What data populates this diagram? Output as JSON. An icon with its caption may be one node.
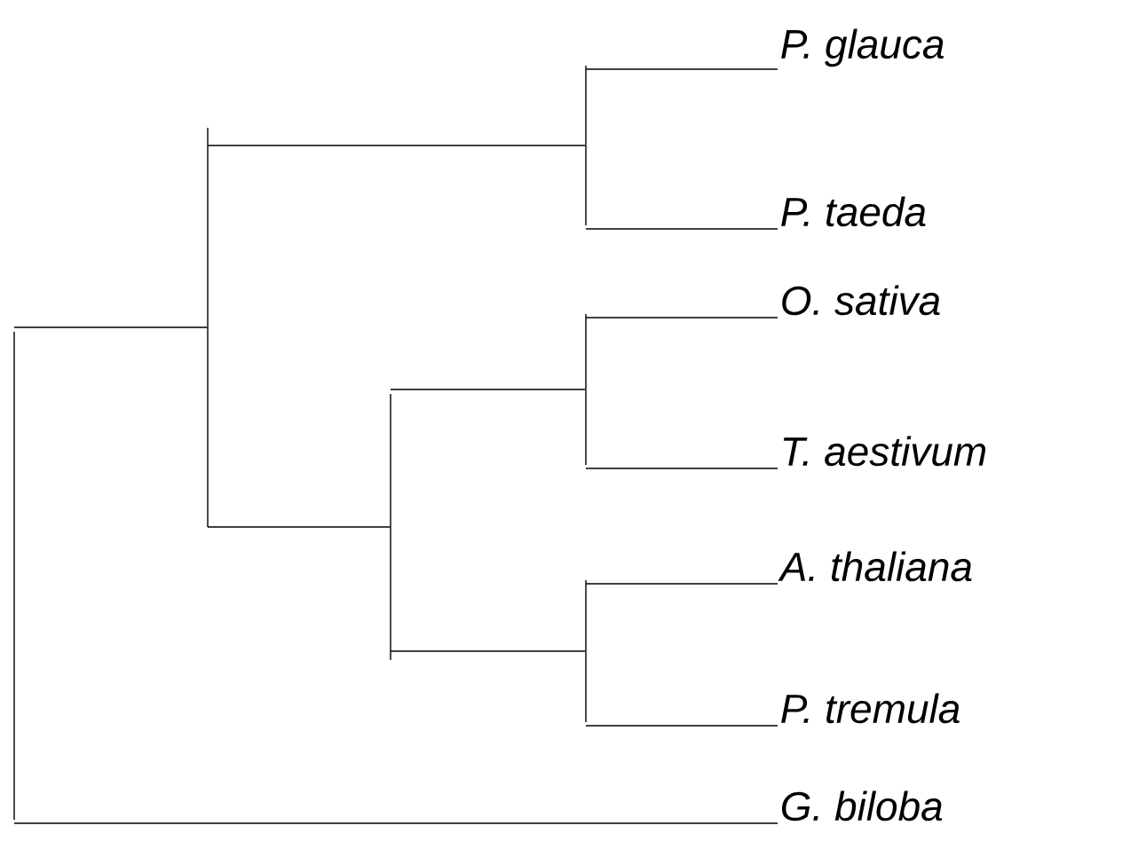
{
  "diagram": {
    "nodes": [
      {
        "text": [
          "*P. glauca*"
        ]
      },
      {
        "text": [
          "*P. taeda*"
        ]
      },
      {
        "text": [
          "*O. sativa*"
        ]
      },
      {
        "text": [
          "*T. aestivum*"
        ]
      },
      {
        "text": [
          "*A. thaliana*"
        ]
      },
      {
        "text": [
          "*P. tremula*"
        ]
      },
      {
        "text": [
          "*G. biloba*"
        ]
      },
      {
        "text": [],
        "shape": "bar"
      },
      {
        "text": [],
        "shape": "bar"
      },
      {
        "text": [],
        "shape": "bar"
      },
      {
        "text": [],
        "shape": "bar"
      },
      {
        "text": [],
        "shape": "bar"
      },
      {
        "text": [],
        "shape": "bar"
      }
    ],
    "edges": [
      {
        "from": 7,
        "to": 8,
        "arrow": "none"
      },
      {
        "from": 7,
        "to": 6,
        "arrow": "none"
      },
      {
        "from": 8,
        "to": 9,
        "arrow": "none"
      },
      {
        "from": 8,
        "to": 10,
        "arrow": "none"
      },
      {
        "from": 9,
        "to": 0,
        "arrow": "none"
      },
      {
        "from": 9,
        "to": 1,
        "arrow": "none"
      },
      {
        "from": 10,
        "to": 11,
        "arrow": "none"
      },
      {
        "from": 10,
        "to": 12,
        "arrow": "none"
      },
      {
        "from": 11,
        "to": 2,
        "arrow": "none"
      },
      {
        "from": 11,
        "to": 3,
        "arrow": "none"
      },
      {
        "from": 12,
        "to": 4,
        "arrow": "none"
      },
      {
        "from": 12,
        "to": 5,
        "arrow": "none"
      }
    ]
  }
}
